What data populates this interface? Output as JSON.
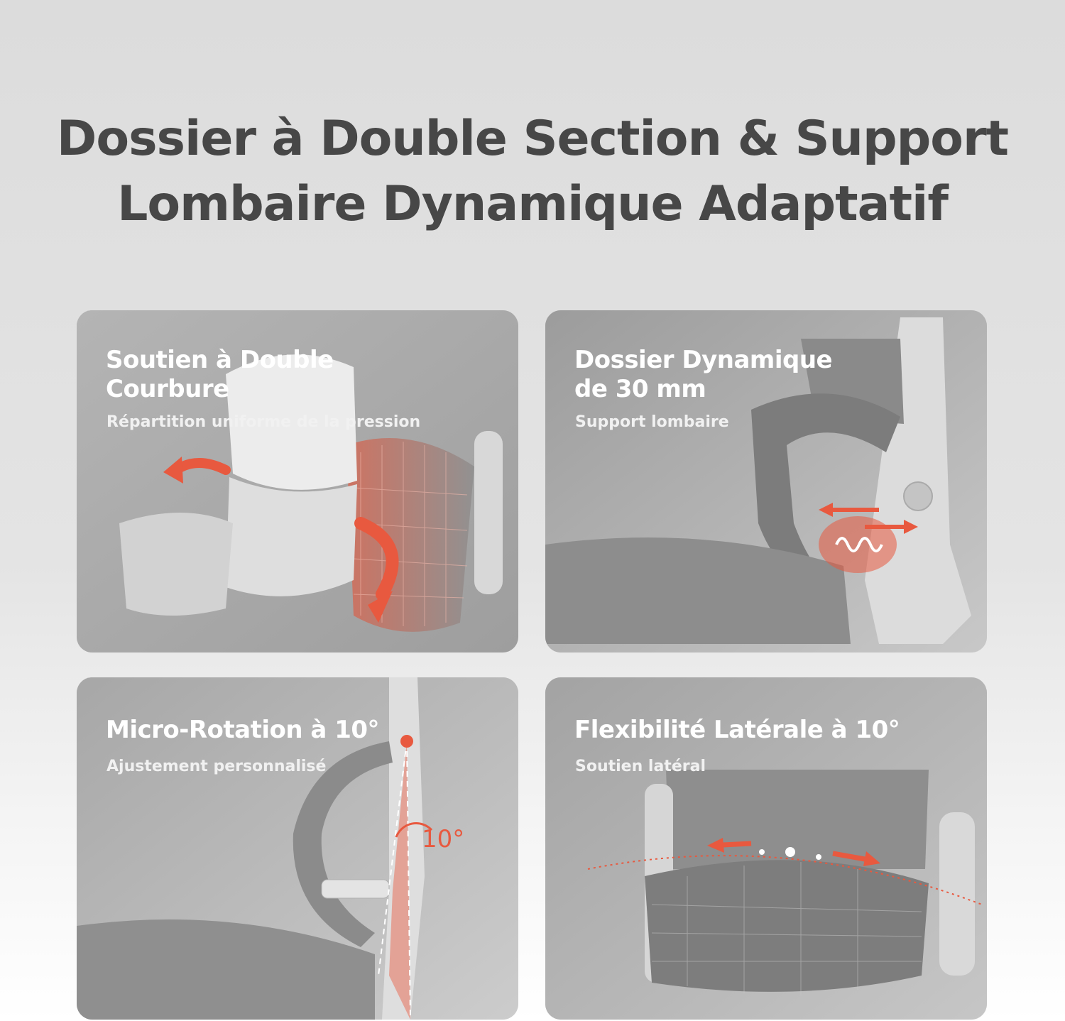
{
  "headline": {
    "line1": "Dossier à Double Section & Support",
    "line2": "Lombaire Dynamique Adaptatif"
  },
  "cards": [
    {
      "title_line1": "Soutien à Double",
      "title_line2": "Courbure",
      "subtitle": "Répartition uniforme de la pression"
    },
    {
      "title_line1": "Dossier Dynamique",
      "title_line2": "de 30 mm",
      "subtitle": "Support lombaire"
    },
    {
      "title_line1": "Micro-Rotation à 10°",
      "subtitle": "Ajustement personnalisé",
      "angle_label": "10°"
    },
    {
      "title_line1": "Flexibilité Latérale à 10°",
      "subtitle": "Soutien latéral"
    }
  ],
  "colors": {
    "accent": "#e8593f",
    "headline": "#474747",
    "card_text": "#ffffff"
  }
}
